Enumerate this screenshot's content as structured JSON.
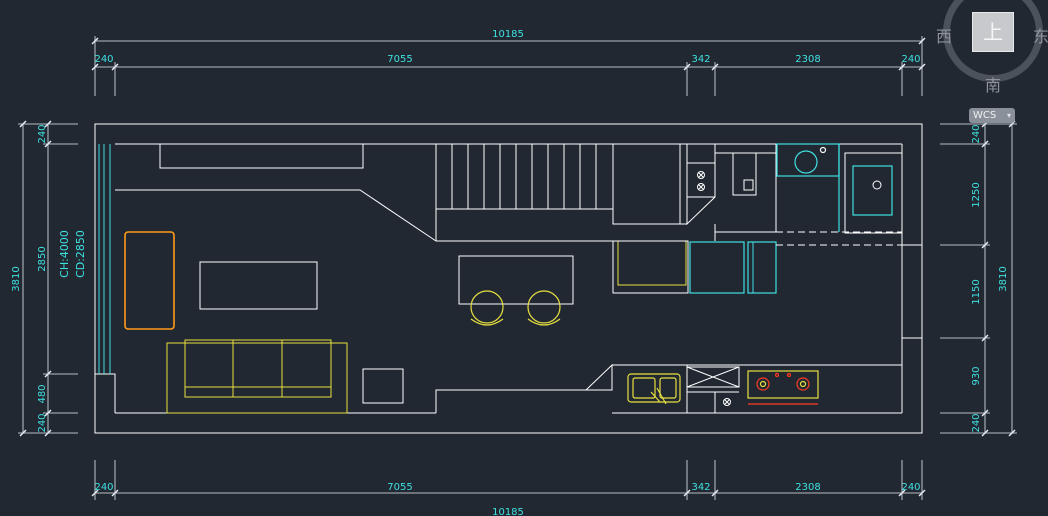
{
  "drawing": {
    "dims_top": {
      "total": "10185",
      "a": "240",
      "b": "7055",
      "c": "342",
      "d": "2308",
      "e": "240"
    },
    "dims_bottom": {
      "total": "10185",
      "a": "240",
      "b": "7055",
      "c": "342",
      "d": "2308",
      "e": "240"
    },
    "dims_left": {
      "total": "3810",
      "a": "240",
      "b": "2850",
      "c": "480",
      "d": "240"
    },
    "dims_right": {
      "total": "3810",
      "a": "240",
      "b": "1250",
      "c": "1150",
      "d": "930",
      "e": "240"
    },
    "annotations": {
      "height_1": "CH:4000",
      "height_2": "CD:2850"
    }
  },
  "viewcube": {
    "top_face": "上",
    "west": "西",
    "east": "东",
    "south": "南"
  },
  "wcs": {
    "label": "WCS"
  },
  "colors": {
    "background": "#212832",
    "dimension": "#3fe0e0",
    "wall": "#ffffff",
    "furniture": "#e8e040",
    "accent_red": "#ff3b1f",
    "accent_orange": "#ff9a1a"
  }
}
